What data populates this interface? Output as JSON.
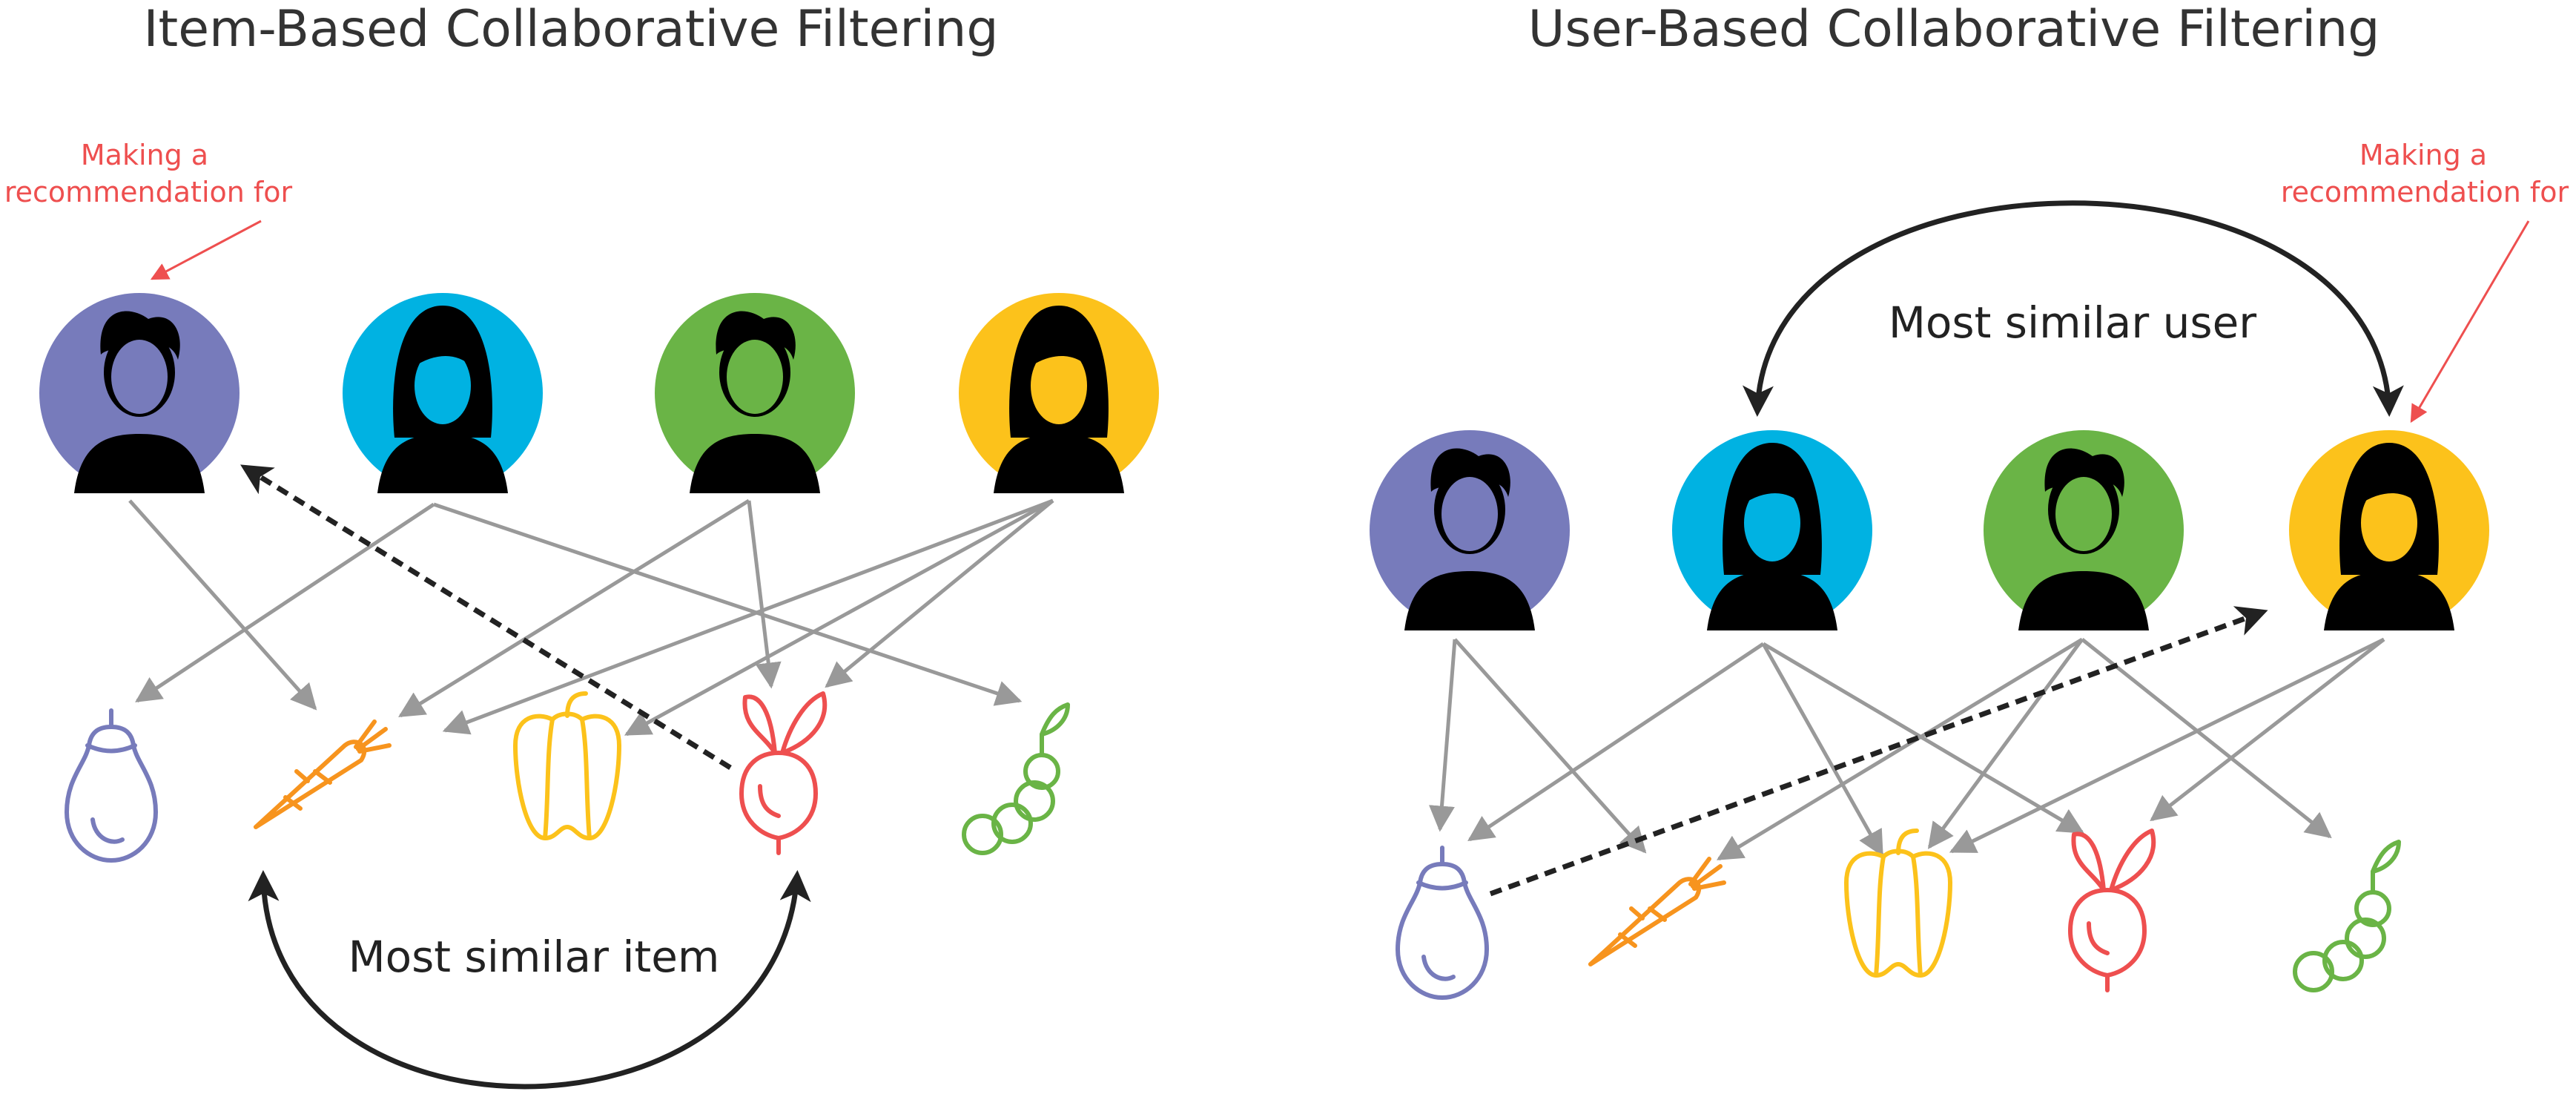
{
  "colors": {
    "purple": "#777bbb",
    "blue": "#00b2e2",
    "green": "#6ab446",
    "yellow": "#fcc21b",
    "orange": "#f7941e",
    "red": "#ee4f4f",
    "lime": "#6ab446",
    "gray_arrow": "#999999",
    "dark_arrow": "#222222",
    "annotation": "#ee4f4f",
    "text": "#333333"
  },
  "panels": [
    {
      "id": "item",
      "title": "Item-Based Collaborative Filtering",
      "annotation_line1": "Making a",
      "annotation_line2": "recommendation for",
      "similarity_label": "Most similar item",
      "users": [
        {
          "gender": "male",
          "color": "purple",
          "target": true
        },
        {
          "gender": "female",
          "color": "blue"
        },
        {
          "gender": "male",
          "color": "green"
        },
        {
          "gender": "female",
          "color": "yellow"
        }
      ],
      "items": [
        {
          "icon": "eggplant-icon"
        },
        {
          "icon": "carrot-icon"
        },
        {
          "icon": "pepper-icon"
        },
        {
          "icon": "beet-icon"
        },
        {
          "icon": "peas-icon"
        }
      ]
    },
    {
      "id": "user",
      "title": "User-Based Collaborative Filtering",
      "annotation_line1": "Making a",
      "annotation_line2": "recommendation for",
      "similarity_label": "Most similar user",
      "users": [
        {
          "gender": "male",
          "color": "purple"
        },
        {
          "gender": "female",
          "color": "blue"
        },
        {
          "gender": "male",
          "color": "green"
        },
        {
          "gender": "female",
          "color": "yellow",
          "target": true
        }
      ],
      "items": [
        {
          "icon": "eggplant-icon"
        },
        {
          "icon": "carrot-icon"
        },
        {
          "icon": "pepper-icon"
        },
        {
          "icon": "beet-icon"
        },
        {
          "icon": "peas-icon"
        }
      ]
    }
  ]
}
